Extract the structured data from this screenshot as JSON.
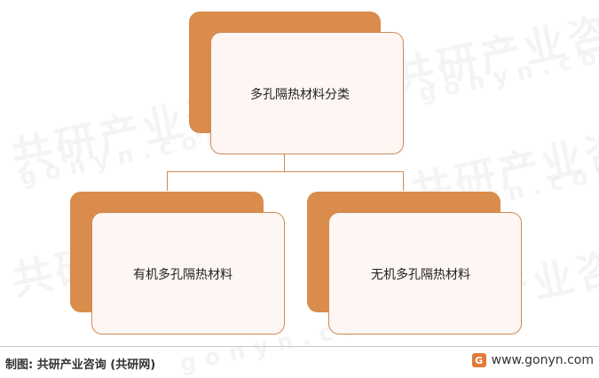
{
  "diagram": {
    "root": {
      "label": "多孔隔热材料分类"
    },
    "children": [
      {
        "label": "有机多孔隔热材料"
      },
      {
        "label": "无机多孔隔热材料"
      }
    ]
  },
  "footer": {
    "source": "制图: 共研产业咨询 (共研网)",
    "website": "www.gonyn.com",
    "logo_icon": "gonyn-logo-icon"
  },
  "watermark": {
    "cn": "共研产业咨询",
    "en": "gonyn.com"
  },
  "colors": {
    "accent": "#d98c4c",
    "box_fill": "#fdf6f2",
    "border": "#cf8a55"
  }
}
